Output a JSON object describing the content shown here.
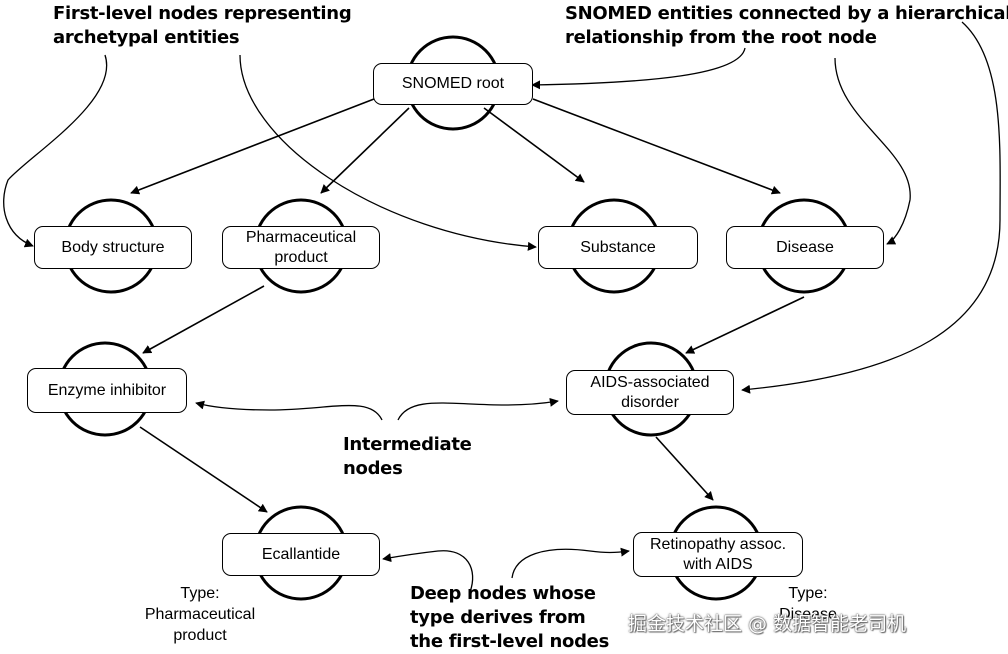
{
  "nodes": {
    "root": "SNOMED root",
    "body_structure": "Body structure",
    "pharma_product": "Pharmaceutical product",
    "substance": "Substance",
    "disease": "Disease",
    "enzyme_inhibitor": "Enzyme inhibitor",
    "aids_disorder": "AIDS-associated disorder",
    "ecallantide": "Ecallantide",
    "retinopathy": "Retinopathy assoc. with AIDS"
  },
  "annotations": {
    "first_level": [
      "First-level nodes representing",
      "archetypal entities"
    ],
    "hierarchical": [
      "SNOMED entities connected by a hierarchical",
      "relationship from the root node"
    ],
    "intermediate": [
      "Intermediate",
      "nodes"
    ],
    "deep_nodes": [
      "Deep nodes whose",
      "type derives from",
      "the first-level nodes"
    ]
  },
  "type_labels": {
    "ecallantide": [
      "Type:",
      "Pharmaceutical",
      "product"
    ],
    "retinopathy": [
      "Type:",
      "Disease"
    ]
  },
  "watermark": "掘金技术社区 @ 数据智能老司机"
}
